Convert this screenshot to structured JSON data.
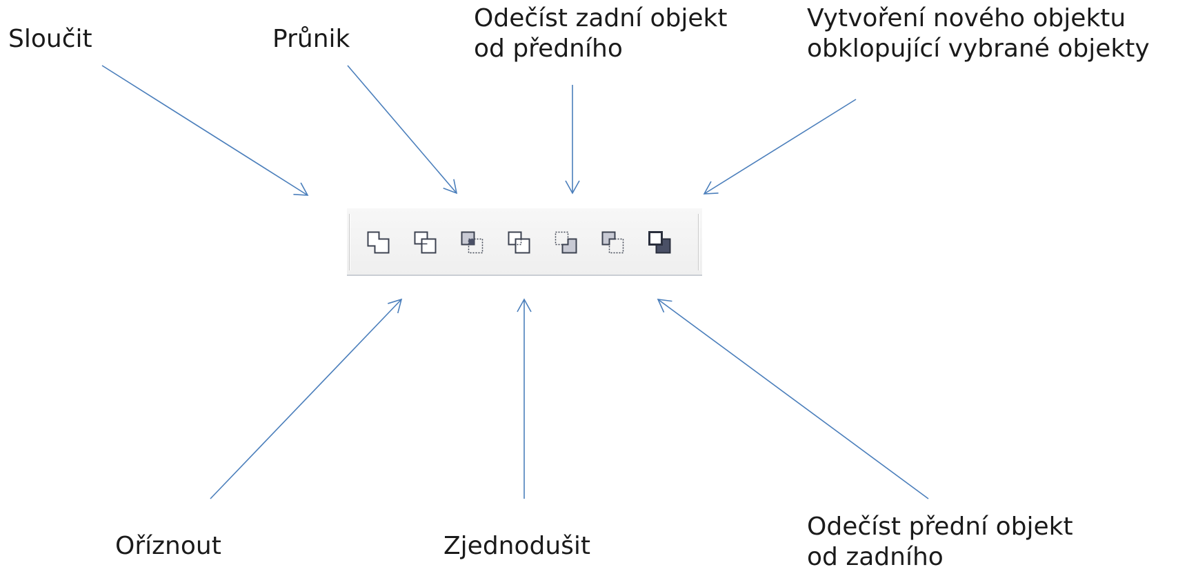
{
  "labels": {
    "combine": "Sloučit",
    "intersect": "Průnik",
    "back_minus_front_line1": "Odečíst zadní objekt",
    "back_minus_front_line2": "od předního",
    "boundary_line1": "Vytvoření nového objektu",
    "boundary_line2": "obklopující vybrané objekty",
    "trim": "Oříznout",
    "simplify": "Zjednodušit",
    "front_minus_back_line1": "Odečíst přední objekt",
    "front_minus_back_line2": "od zadního"
  },
  "toolbar": {
    "buttons": [
      {
        "name": "combine",
        "icon": "combine-icon"
      },
      {
        "name": "trim",
        "icon": "trim-icon"
      },
      {
        "name": "intersect",
        "icon": "intersect-icon"
      },
      {
        "name": "simplify",
        "icon": "simplify-icon"
      },
      {
        "name": "front-minus-back",
        "icon": "front-minus-back-icon"
      },
      {
        "name": "back-minus-front",
        "icon": "back-minus-front-icon"
      },
      {
        "name": "boundary",
        "icon": "boundary-icon"
      }
    ]
  },
  "colors": {
    "arrow": "#4a7ebb",
    "icon_stroke": "#3c4250",
    "icon_fill_light": "#ffffff",
    "icon_fill_gray": "#c8cad4",
    "icon_fill_dark": "#4a5066"
  }
}
